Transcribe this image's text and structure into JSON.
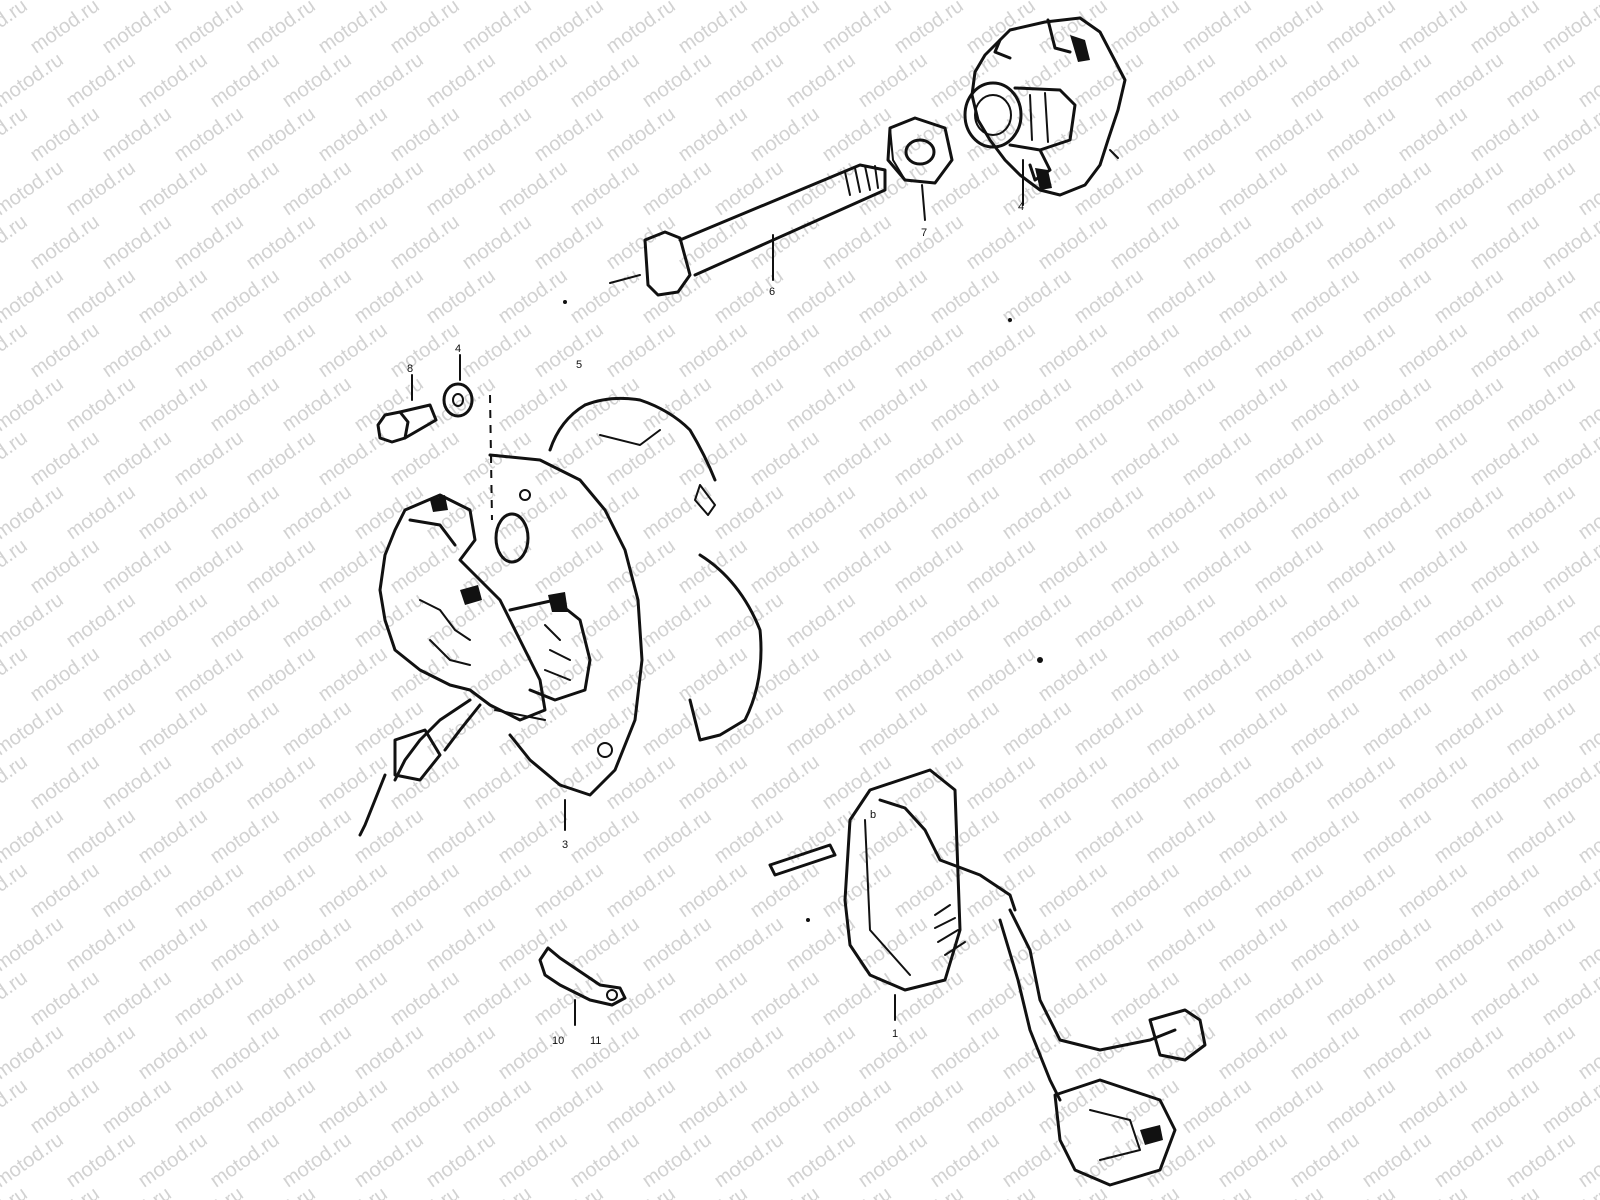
{
  "watermark": {
    "text": "motod.ru",
    "color": "#d2d2d2"
  },
  "diagram": {
    "line_color": "#111111",
    "background": "#ffffff",
    "callouts": {
      "stator_plate": "3",
      "bolt_top": "5",
      "washer": "4",
      "screw": "8",
      "shaft": "6",
      "nut": "7",
      "coil_unit": "4",
      "clamp_a": "10",
      "clamp_b": "11",
      "regulator": "1"
    }
  }
}
